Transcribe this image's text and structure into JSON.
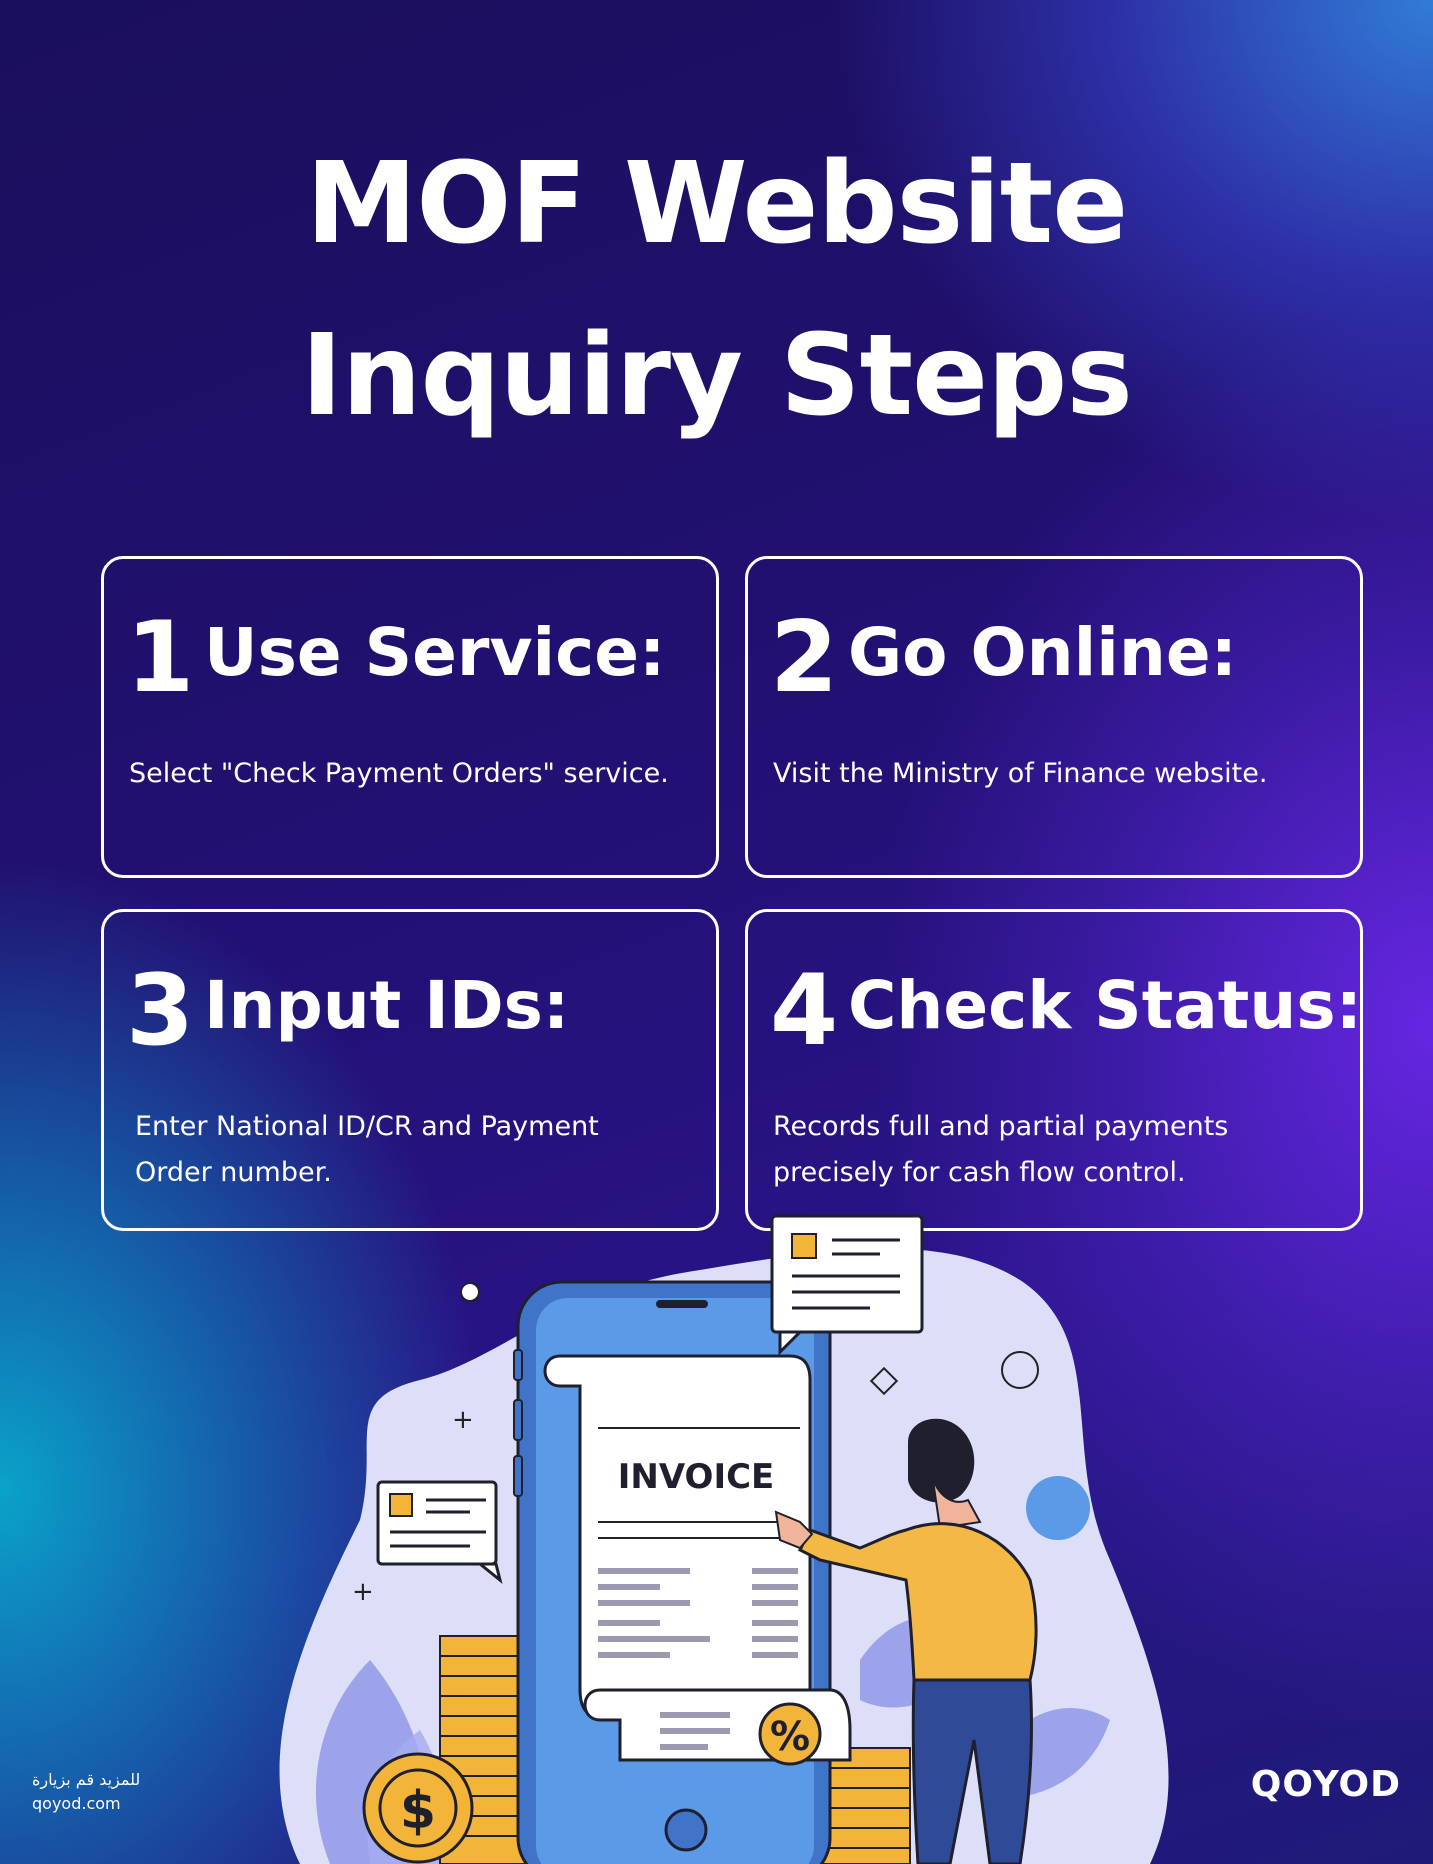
{
  "title": {
    "line1": "MOF Website",
    "line2": "Inquiry Steps"
  },
  "steps": [
    {
      "number": "1",
      "heading": "Use Service:",
      "description": "Select \"Check Payment Orders\" service."
    },
    {
      "number": "2",
      "heading": "Go Online:",
      "description": "Visit the Ministry of Finance website."
    },
    {
      "number": "3",
      "heading": "Input IDs:",
      "description": "Enter National ID/CR and Payment Order number."
    },
    {
      "number": "4",
      "heading": "Check Status:",
      "description": "Records full and partial payments precisely for cash flow control."
    }
  ],
  "illustration": {
    "invoice_title": "INVOICE",
    "percent_badge": "%",
    "coin_symbol": "$"
  },
  "footer": {
    "arabic_text": "للمزيد قم بزيارة",
    "website": "qoyod.com",
    "logo": "QOYOD"
  },
  "colors": {
    "phone": "#5b9ae6",
    "coins": "#f2b53a",
    "shirt": "#f4b944",
    "pants": "#2f4a96",
    "blob": "#dcdff7"
  }
}
